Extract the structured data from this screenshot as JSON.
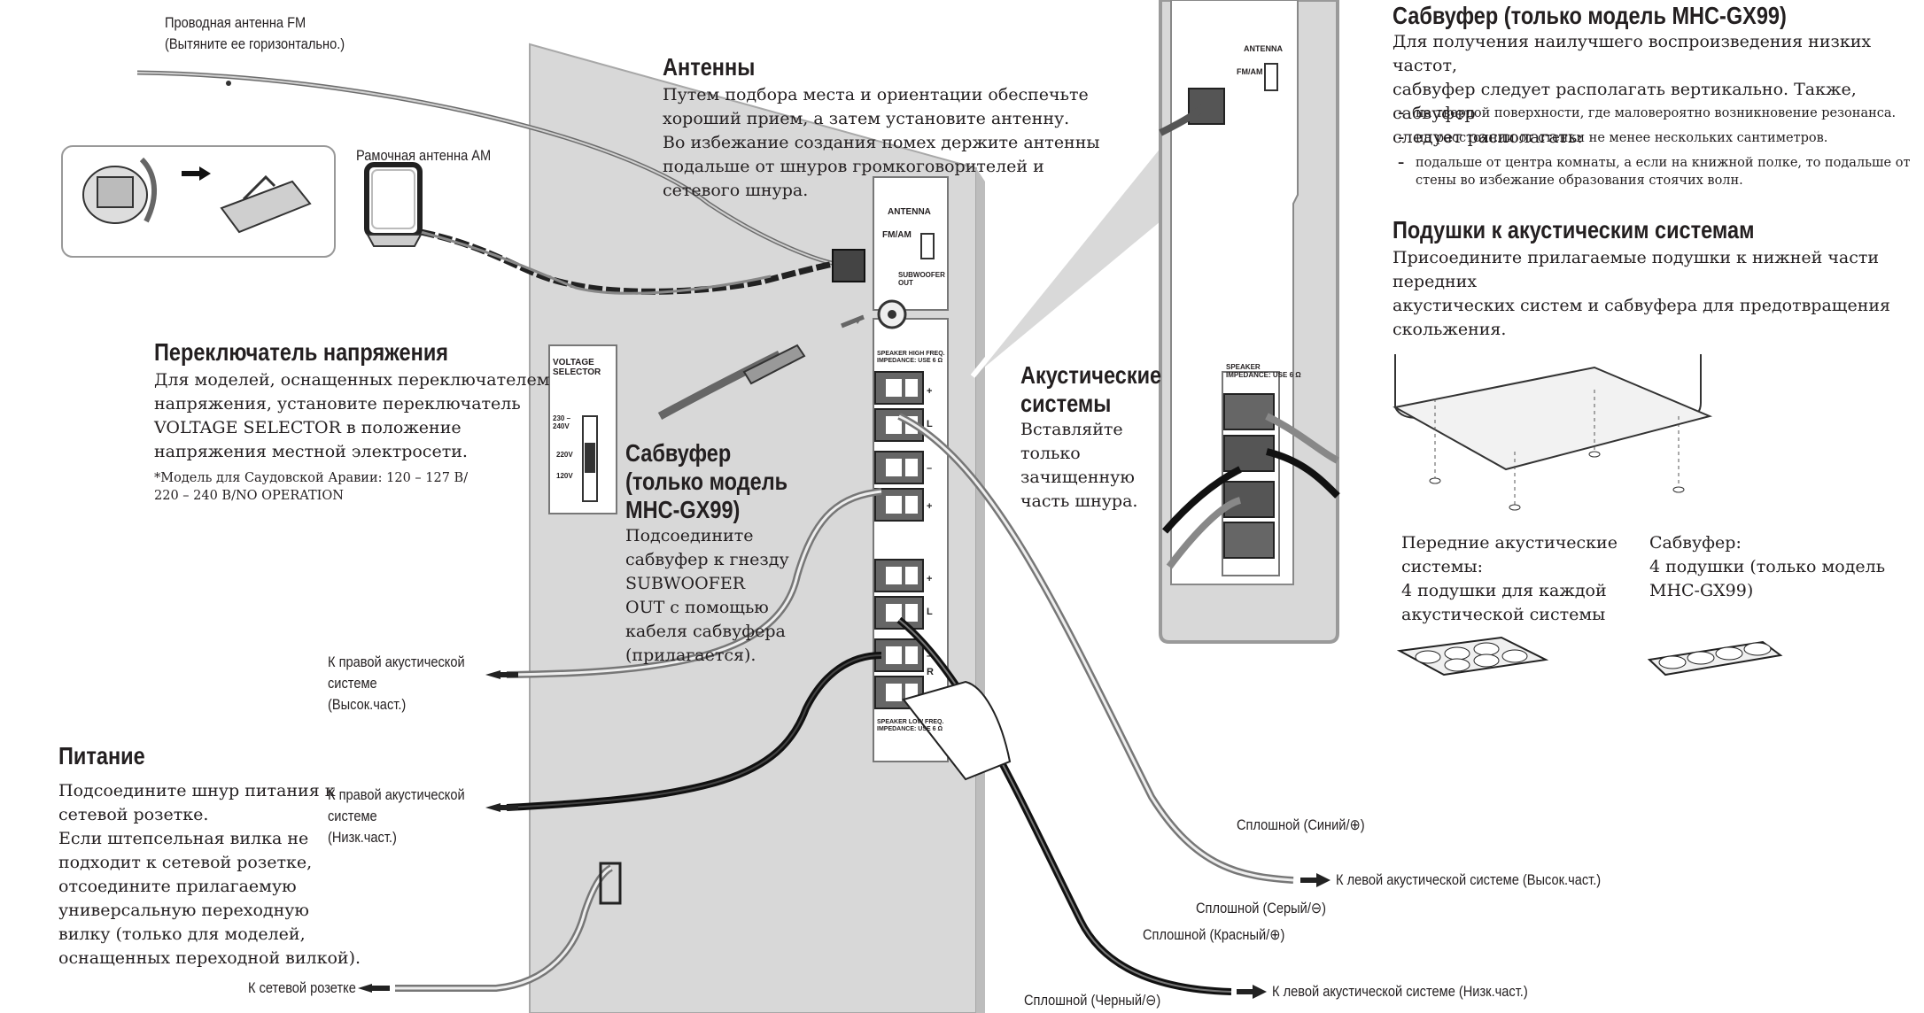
{
  "antenna_fm": {
    "label": "Проводная антенна FM\n(Вытяните ее горизонтально.)"
  },
  "antenna_am": {
    "label": "Рамочная антенна AM"
  },
  "antennas": {
    "title": "Антенны",
    "text": "Путем подбора места и ориентации обеспечьте\nхороший прием, а затем установите антенну.\nВо избежание создания помех держите антенны\nподальше от шнуров громкоговорителей и\nсетевого шнура."
  },
  "voltage": {
    "title": "Переключатель напряжения",
    "text": "Для моделей, оснащенных переключателем\nнапряжения, установите переключатель\nVOLTAGE SELECTOR в положение\nнапряжения местной электросети.",
    "note": "*Модель для Саудовской Аравии: 120 – 127 В/\n  220 – 240 В/NO OPERATION"
  },
  "subwoofer": {
    "title": "Сабвуфер\n(только модель\nMHC-GX99)",
    "text": "Подсоедините\nсабвуфер к гнезду\nSUBWOOFER\nOUT с помощью\nкабеля сабвуфера\n(прилагается)."
  },
  "speakers": {
    "title": "Акустические\nсистемы",
    "text": "Вставляйте\nтолько\nзачищенную\nчасть шнура."
  },
  "power": {
    "title": "Питание",
    "text": "Подсоедините шнур питания к\nсетевой розетке.\nЕсли штепсельная вилка не\nподходит к сетевой розетке,\nотсоедините прилагаемую\nуниверсальную переходную\nвилку (только для моделей,\nоснащенных переходной вилкой).",
    "outlet_label": "К сетевой розетке"
  },
  "cables": {
    "right_high": "К правой акустической\nсистеме\n(Высок.част.)",
    "right_low": "К правой акустической\nсистеме\n(Низк.част.)",
    "solid_blue": "Сплошной (Синий/⊕)",
    "solid_gray": "Сплошной (Серый/⊖)",
    "solid_red": "Сплошной (Красный/⊕)",
    "solid_black": "Сплошной (Черный/⊖)",
    "left_high": "К левой акустической системе (Высок.част.)",
    "left_low": "К левой акустической системе (Низк.част.)"
  },
  "panel": {
    "antenna": "ANTENNA",
    "fm_am": "FM/AM",
    "subwoofer_out": "SUBWOOFER\nOUT",
    "speaker_high": "SPEAKER HIGH FREQ.\nIMPEDANCE: USE 6 Ω",
    "speaker_low": "SPEAKER LOW FREQ.\nIMPEDANCE: USE 6 Ω",
    "voltage_selector": "VOLTAGE\nSELECTOR",
    "v230": "230 –\n240V",
    "v220": "220V",
    "v120": "120V",
    "zoom_speaker": "SPEAKER\nIMPEDANCE: USE 6 Ω"
  },
  "subwoofer_gx99": {
    "title": "Сабвуфер (только модель MHC-GX99)",
    "text": "Для получения наилучшего воспроизведения низких частот,\nсабвуфер следует располагать вертикально. Также, сабвуфер\nследует располагать:",
    "bullets": [
      "на твердой поверхности, где маловероятно возникновение резонанса.",
      "на расстоянии от стенки не менее нескольких сантиметров.",
      "подальше от центра комнаты, а если на книжной полке, то подальше от\nстены во избежание образования стоячих волн."
    ]
  },
  "pads": {
    "title": "Подушки к акустическим системам",
    "text": "Присоедините прилагаемые подушки к нижней части передних\nакустических систем и сабвуфера для предотвращения\nскольжения.",
    "front_caption": "Передние акустические\nсистемы:\n4 подушки для каждой\nакустической системы",
    "sub_caption": "Сабвуфер:\n4 подушки (только модель\nMHC-GX99)"
  }
}
